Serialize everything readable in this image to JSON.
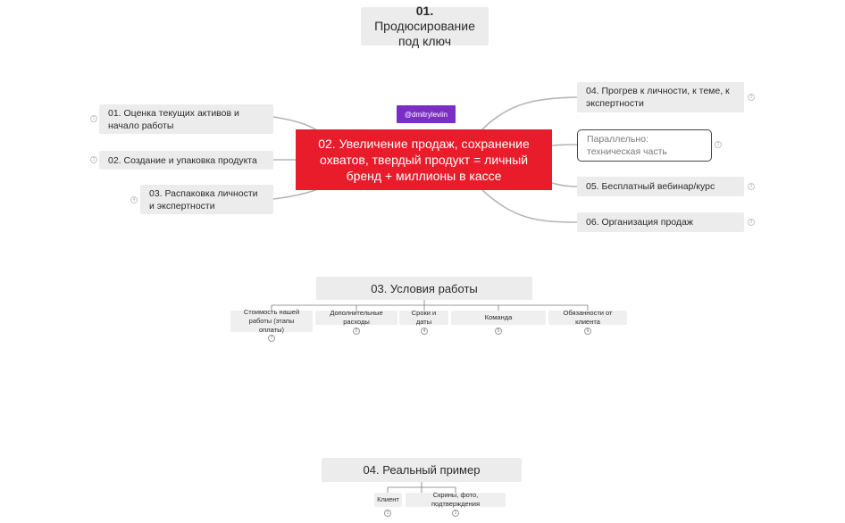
{
  "colors": {
    "central": "#e81c2b",
    "watermark": "#7a2fc4",
    "node": "#ececec",
    "line": "#b5b5b5"
  },
  "topic1": {
    "num": "01.",
    "line1": "Продюсирование",
    "line2": "под ключ"
  },
  "central": {
    "text": "02. Увеличение продаж, сохранение охватов, твердый продукт = личный бренд + миллионы в кассе"
  },
  "watermark": "@dmitryleviin",
  "left_branches": [
    {
      "text": "01. Оценка текущих активов и начало работы",
      "count": "1"
    },
    {
      "text": "02. Создание и упаковка продукта",
      "count": "1"
    },
    {
      "text": "03. Распаковка личности и экспертности",
      "count": "4"
    }
  ],
  "right_branches": [
    {
      "text": "04. Прогрев к личности, к теме, к экспертности",
      "count": "3"
    },
    {
      "text": "Параллельно: техническая часть",
      "count": "2"
    },
    {
      "text": "05. Бесплатный вебинар/курс",
      "count": "3"
    },
    {
      "text": "06. Организация продаж",
      "count": "3"
    }
  ],
  "topic3": {
    "title": "03. Условия работы",
    "items": [
      {
        "text": "Стоимость нашей работы (этапы оплаты)",
        "count": "7"
      },
      {
        "text": "Дополнительные расходы",
        "count": "2"
      },
      {
        "text": "Сроки и даты",
        "count": "4"
      },
      {
        "text": "Команда",
        "count": "5"
      },
      {
        "text": "Обязанности от клиента",
        "count": "6"
      }
    ]
  },
  "topic4": {
    "title": "04. Реальный пример",
    "items": [
      {
        "text": "Клиент",
        "count": "1"
      },
      {
        "text": "Скрины, фото, подтверждения",
        "count": "1"
      }
    ]
  }
}
